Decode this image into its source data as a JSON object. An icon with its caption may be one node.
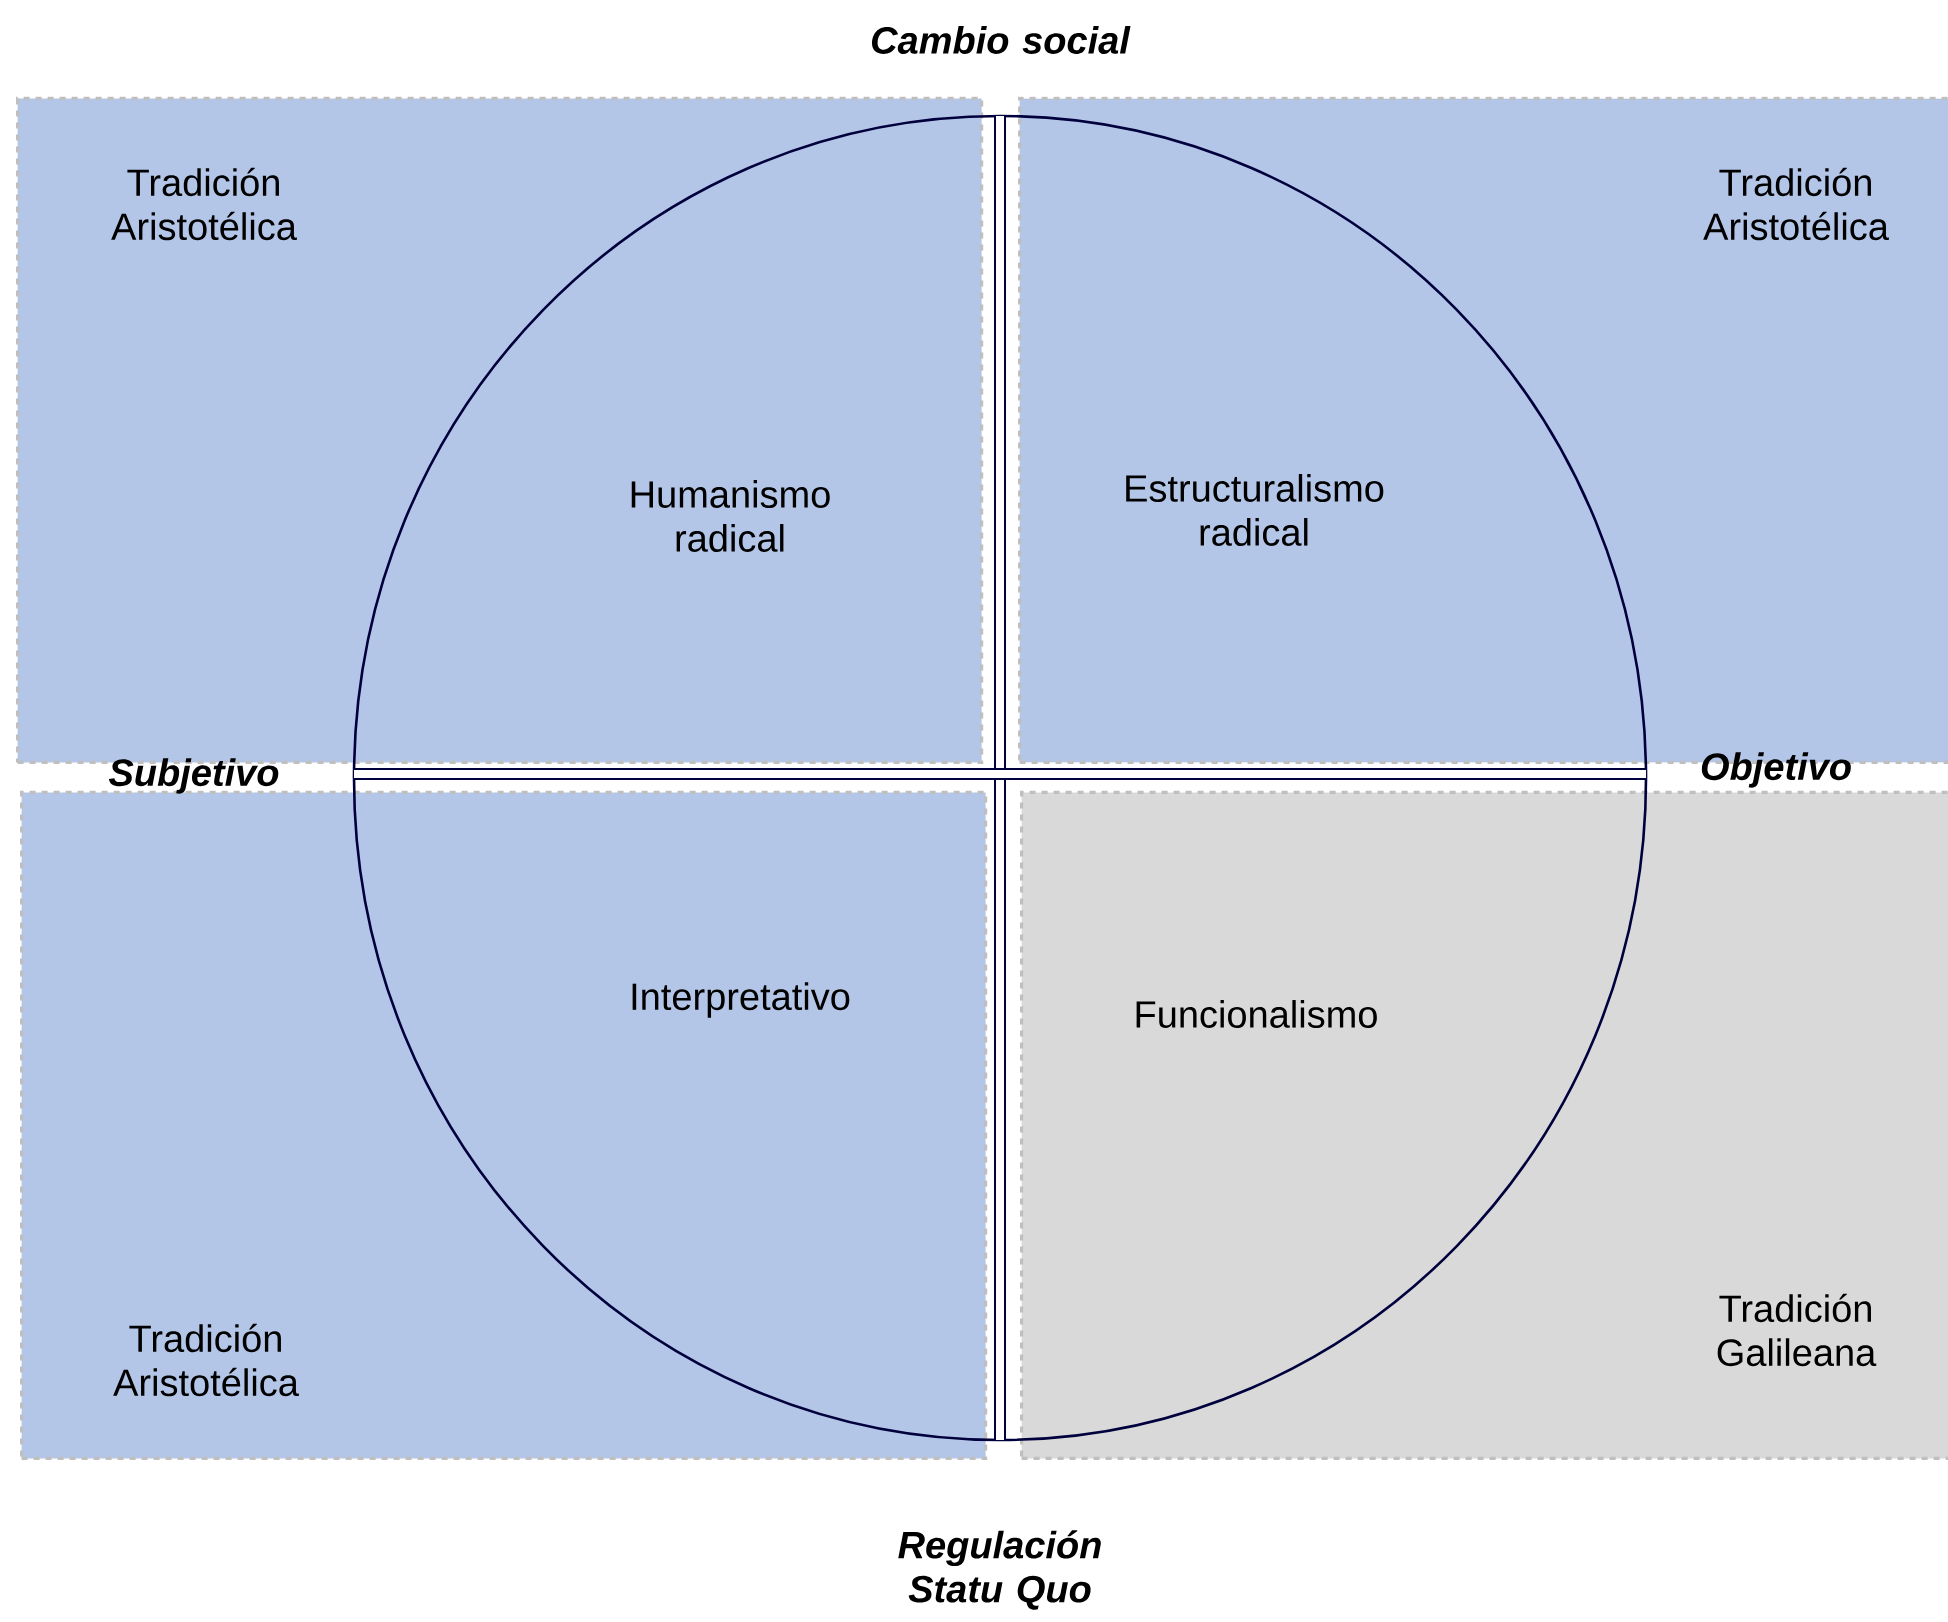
{
  "diagram": {
    "nodes": [
      {
        "text": [
          "Tradición Aristotélica",
          "Humanismo radical"
        ]
      },
      {
        "text": [
          "Tradición Aristotélica",
          "Estructuralismo radical"
        ]
      },
      {
        "text": [
          "Tradición Aristotélica",
          "Interpretativo"
        ]
      },
      {
        "text": [
          "Tradición Galileana",
          "Funcionalismo"
        ]
      }
    ],
    "labels": [
      "Cambio social",
      "Subjetivo",
      "Objetivo",
      "Regulación Statu Quo"
    ]
  }
}
